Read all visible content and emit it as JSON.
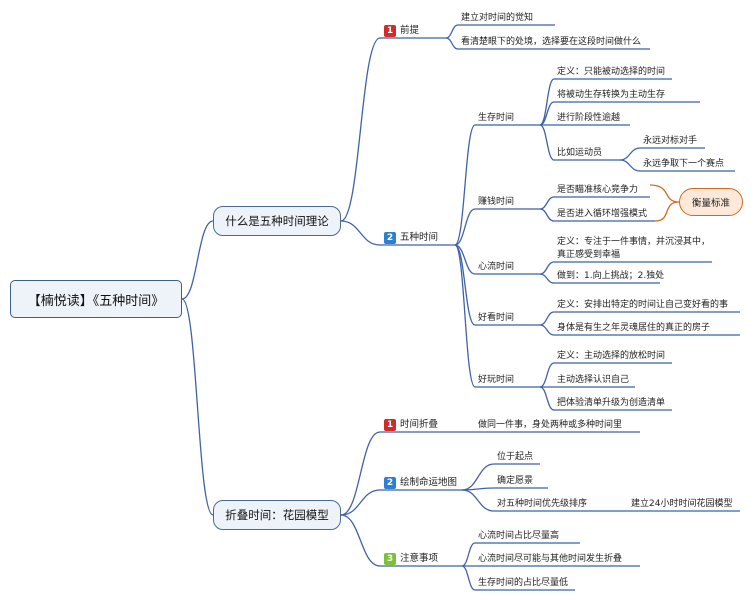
{
  "root": "【楠悦读】《五种时间》",
  "b1": {
    "title": "什么是五种时间理论",
    "premise": {
      "badge": "1",
      "label": "前提",
      "items": [
        "建立对时间的觉知",
        "看清楚眼下的处境，选择要在这段时间做什么"
      ]
    },
    "five": {
      "badge": "2",
      "label": "五种时间",
      "survival": {
        "label": "生存时间",
        "items": [
          "定义：只能被动选择的时间",
          "将被动生存转换为主动生存",
          "进行阶段性逾越"
        ],
        "athlete": {
          "label": "比如运动员",
          "items": [
            "永远对标对手",
            "永远争取下一个赛点"
          ]
        }
      },
      "money": {
        "label": "赚钱时间",
        "items": [
          "是否瞄准核心竞争力",
          "是否进入循环增强模式"
        ],
        "callout": "衡量标准"
      },
      "flow": {
        "label": "心流时间",
        "def_line1": "定义：专注于一件事情，并沉浸其中，",
        "def_line2": "真正感受到幸福",
        "how": "做到：1.向上挑战；2.独处"
      },
      "pretty": {
        "label": "好看时间",
        "items": [
          "定义：安排出特定的时间让自己变好看的事",
          "身体是有生之年灵魂居住的真正的房子"
        ]
      },
      "fun": {
        "label": "好玩时间",
        "items": [
          "定义：主动选择的放松时间",
          "主动选择认识自己",
          "把体验清单升级为创造清单"
        ]
      }
    }
  },
  "b2": {
    "title": "折叠时间：花园模型",
    "fold": {
      "badge": "1",
      "label": "时间折叠",
      "item": "做同一件事，身处两种或多种时间里"
    },
    "map": {
      "badge": "2",
      "label": "绘制命运地图",
      "items": [
        "位于起点",
        "确定愿景",
        "对五种时间优先级排序"
      ],
      "sub": "建立24小时时间花园模型"
    },
    "notes": {
      "badge": "3",
      "label": "注意事项",
      "items": [
        "心流时间占比尽量高",
        "心流时间尽可能与其他时间发生折叠",
        "生存时间的占比尽量低"
      ]
    }
  },
  "colors": {
    "line": "#3f62a8",
    "badge1": "#d22b2b",
    "badge2": "#2f7fd1",
    "badge3": "#7bbf3a",
    "callout": "#d2691e"
  }
}
